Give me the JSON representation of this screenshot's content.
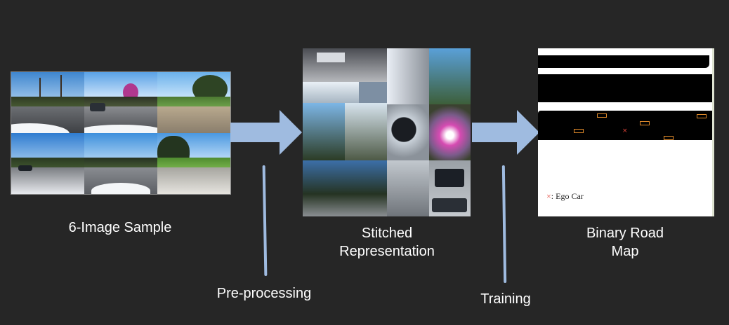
{
  "stages": {
    "sample": {
      "caption": "6-Image Sample"
    },
    "stitched": {
      "caption_line1": "Stitched",
      "caption_line2": "Representation"
    },
    "roadmap": {
      "caption_line1": "Binary Road",
      "caption_line2": "Map",
      "legend_marker": "×",
      "legend_label": ": Ego Car"
    }
  },
  "steps": {
    "preprocessing": "Pre-processing",
    "training": "Training"
  },
  "colors": {
    "background": "#262626",
    "arrow": "#9fbbe0",
    "box": "#e08a2a",
    "ego_marker": "#e2443a"
  }
}
